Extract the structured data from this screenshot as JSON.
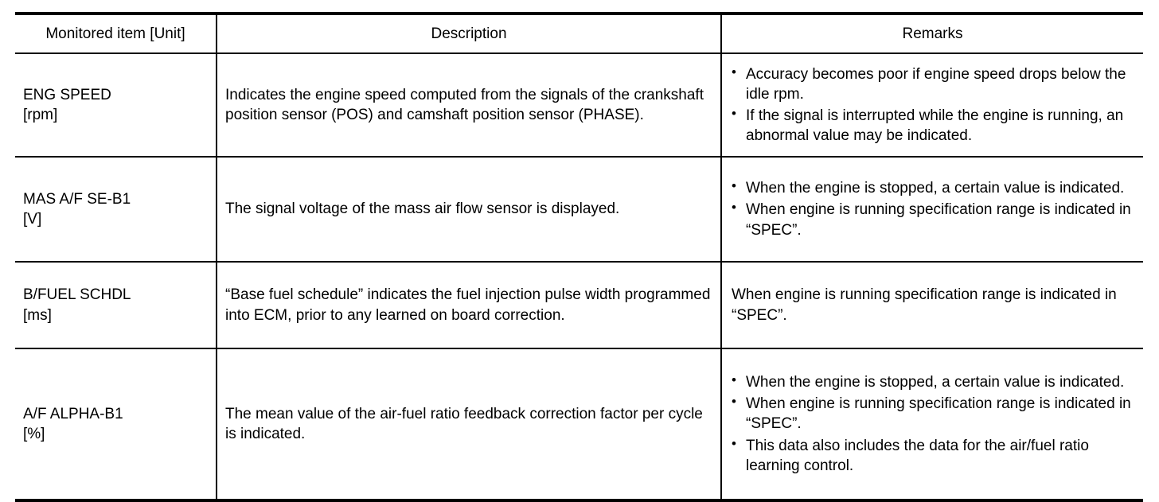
{
  "table": {
    "headers": {
      "monitored_item": "Monitored item [Unit]",
      "description": "Description",
      "remarks": "Remarks"
    },
    "rows": [
      {
        "item_name": "ENG SPEED",
        "item_unit": "[rpm]",
        "description": "Indicates the engine speed computed from the signals of the crankshaft position sensor (POS) and camshaft position sensor (PHASE).",
        "remarks_bullets": [
          "Accuracy becomes poor if engine speed drops below the idle rpm.",
          "If the signal is interrupted while the engine is running, an abnormal value may be indicated."
        ],
        "remarks_plain": ""
      },
      {
        "item_name": "MAS A/F SE-B1",
        "item_unit": "[V]",
        "description": "The signal voltage of the mass air flow sensor is displayed.",
        "remarks_bullets": [
          "When the engine is stopped, a certain value is indicated.",
          "When engine is running specification range is indicated in “SPEC”."
        ],
        "remarks_plain": ""
      },
      {
        "item_name": "B/FUEL SCHDL",
        "item_unit": "[ms]",
        "description": "“Base fuel schedule” indicates the fuel injection pulse width programmed into ECM, prior to any learned on board correction.",
        "remarks_bullets": [],
        "remarks_plain": "When engine is running specification range is indicated in “SPEC”."
      },
      {
        "item_name": "A/F ALPHA-B1",
        "item_unit": "[%]",
        "description": "The mean value of the air-fuel ratio feedback correction factor per cycle is indicated.",
        "remarks_bullets": [
          "When the engine is stopped, a certain value is indicated.",
          "When engine is running specification range is indicated in “SPEC”.",
          "This data also includes the data for the air/fuel ratio learning control."
        ],
        "remarks_plain": ""
      }
    ]
  },
  "colors": {
    "rule": "#000000",
    "text": "#000000",
    "background": "#ffffff"
  }
}
